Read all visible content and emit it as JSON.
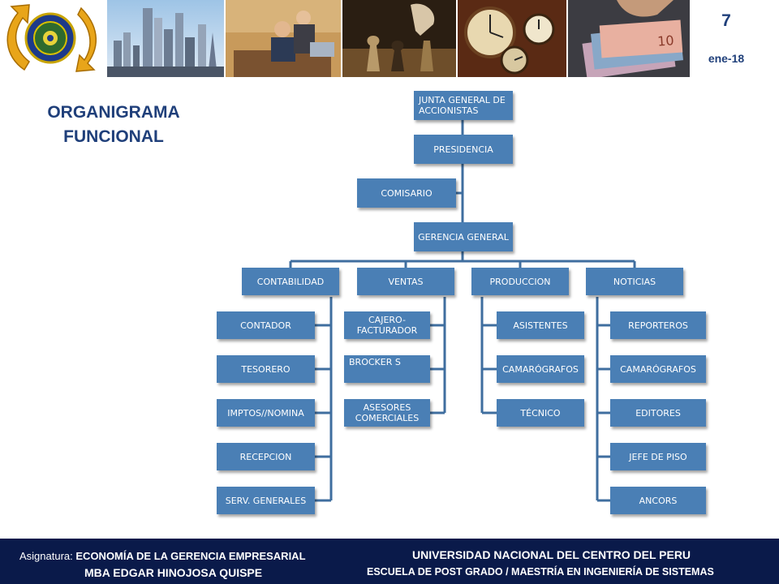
{
  "header": {
    "page_number": "7",
    "date": "ene-18",
    "photos": [
      "city-skyline-photo",
      "business-people-photo",
      "chess-photo",
      "clocks-photo",
      "money-photo"
    ]
  },
  "title": {
    "line1": "ORGANIGRAMA",
    "line2": "FUNCIONAL"
  },
  "org_chart": {
    "nodes": {
      "junta": "JUNTA GENERAL DE ACCIONISTAS",
      "presidencia": "PRESIDENCIA",
      "comisario": "COMISARIO",
      "gerencia": "GERENCIA GENERAL",
      "contabilidad": "CONTABILIDAD",
      "ventas": "VENTAS",
      "produccion": "PRODUCCION",
      "noticias": "NOTICIAS",
      "contador": "CONTADOR",
      "tesorero": "TESORERO",
      "imptos": "IMPTOS//NOMINA",
      "recepcion": "RECEPCION",
      "serv": "SERV. GENERALES",
      "cajero": "CAJERO-FACTURADOR",
      "brocker": "BROCKER S",
      "asesores": "ASESORES COMERCIALES",
      "asistentes": "ASISTENTES",
      "camarografos_prod": "CAMARÓGRAFOS",
      "tecnico": "TÉCNICO",
      "reporteros": "REPORTEROS",
      "camarografos_not": "CAMARÓGRAFOS",
      "editores": "EDITORES",
      "jefe_piso": "JEFE DE PISO",
      "ancors": "ANCORS"
    },
    "colors": {
      "box": "#4a7fb5",
      "line": "#3f6e9f"
    }
  },
  "footer": {
    "subject_label": "Asignatura:",
    "subject": "ECONOMÍA DE LA GERENCIA EMPRESARIAL",
    "teacher": "MBA EDGAR HINOJOSA QUISPE",
    "university": "UNIVERSIDAD NACIONAL DEL CENTRO DEL PERU",
    "school": "ESCUELA DE POST GRADO / MAESTRÍA EN INGENIERÍA DE SISTEMAS"
  }
}
